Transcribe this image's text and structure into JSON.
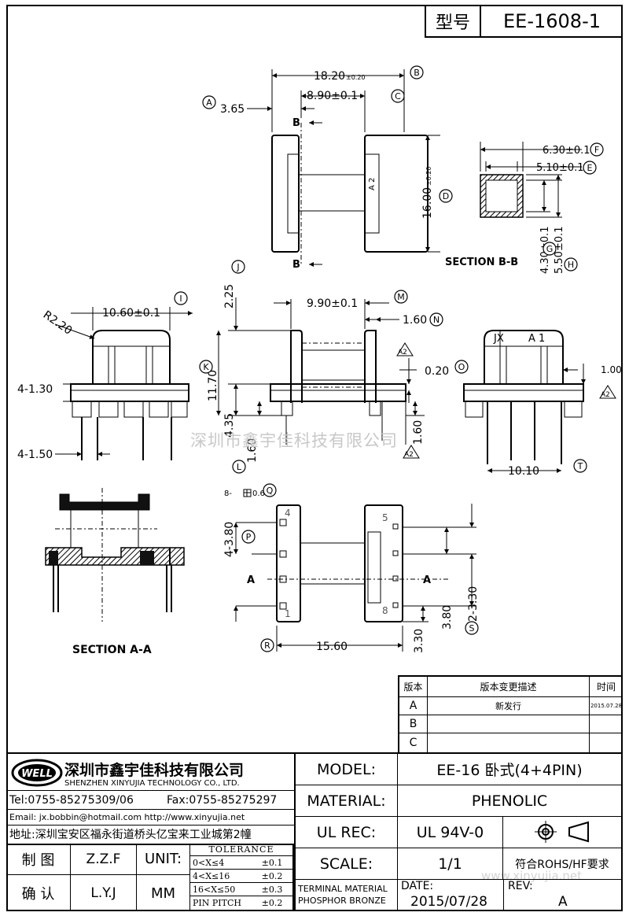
{
  "header": {
    "type_label": "型号",
    "model_no": "EE-1608-1"
  },
  "dimensions": {
    "d_a": "3.65",
    "d_b": "18.20",
    "d_b_tol": "±0.20",
    "d_c": "8.90±0.1",
    "d_d": "16.00",
    "d_d_tol": "±0.20",
    "d_f": "6.30±0.1",
    "d_e": "5.10±0.1",
    "d_g": "4.30±0.1",
    "d_h": "5.50±0.1",
    "d_i": "10.60±0.1",
    "d_r": "R2.20",
    "d_j": "2.25",
    "d_m": "9.90±0.1",
    "d_n": "1.60",
    "d_k": "11.70",
    "d_l": "4.35",
    "d_160a": "1.60",
    "d_160b": "1.60",
    "d_020": "0.20",
    "d_100": "1.00",
    "d_t": "10.10",
    "d_4130": "4-1.30",
    "d_4150": "4-1.50",
    "d_q": "8-",
    "d_q2": "0.60",
    "d_p": "4-3.80",
    "d_r2": "15.60",
    "d_330": "3.30",
    "d_380": "3.80",
    "d_s": "2-3.30"
  },
  "labels": {
    "section_bb": "SECTION B-B",
    "section_aa": "SECTION A-A",
    "b_top": "B",
    "b_bot": "B",
    "a_left": "A",
    "a_right": "A",
    "a2_mark": "A 2",
    "jx": "JX",
    "a1": "A 1",
    "a2_tri": "A2",
    "pin4": "4",
    "pin5": "5",
    "pin1": "1",
    "pin8": "8"
  },
  "circles": {
    "A": "A",
    "B": "B",
    "C": "C",
    "D": "D",
    "E": "E",
    "F": "F",
    "G": "G",
    "H": "H",
    "I": "I",
    "J": "J",
    "K": "K",
    "L": "L",
    "M": "M",
    "N": "N",
    "O": "O",
    "P": "P",
    "Q": "Q",
    "R": "R",
    "S": "S",
    "T": "T"
  },
  "watermark": {
    "center": "深圳市鑫宇佳科技有限公司",
    "corner": "www.xinyujia.net"
  },
  "revision": {
    "headers": [
      "版本",
      "版本变更描述",
      "时间"
    ],
    "rows": [
      {
        "ver": "A",
        "desc": "新发行",
        "date": "2015.07.28"
      },
      {
        "ver": "B",
        "desc": "",
        "date": ""
      },
      {
        "ver": "C",
        "desc": "",
        "date": ""
      }
    ]
  },
  "company": {
    "logo": "WELL",
    "name_cn": "深圳市鑫宇佳科技有限公司",
    "name_en": "SHENZHEN XINYUJIA TECHNOLOGY CO., LTD.",
    "tel": "Tel:0755-85275309/06",
    "fax": "Fax:0755-85275297",
    "email": "Email: jx.bobbin@hotmail.com http://www.xinyujia.net",
    "address": "地址:深圳宝安区福永街道桥头亿宝来工业城第2幢"
  },
  "titleblock": {
    "model_label": "MODEL:",
    "model_value": "EE-16 卧式(4+4PIN)",
    "material_label": "MATERIAL:",
    "material_value": "PHENOLIC",
    "ulrec_label": "UL REC:",
    "ulrec_value": "UL 94V-0",
    "scale_label": "SCALE:",
    "scale_value": "1/1",
    "rohs": "符合ROHS/HF要求",
    "terminal_label_1": "TERMINAL MATERIAL",
    "terminal_label_2": "PHOSPHOR BRONZE",
    "date_label": "DATE:",
    "date_value": "2015/07/28",
    "rev_label": "REV:",
    "rev_value": "A",
    "drawn_label": "制 图",
    "drawn_value": "Z.Z.F",
    "check_label": "确 认",
    "check_value": "L.Y.J",
    "unit_label": "UNIT:",
    "unit_value": "MM",
    "tolerance_title": "TOLERANCE",
    "tolerance_rows": [
      {
        "range": "0<X≤4",
        "tol": "±0.1"
      },
      {
        "range": "4<X≤16",
        "tol": "±0.2"
      },
      {
        "range": "16<X≤50",
        "tol": "±0.3"
      },
      {
        "range": "PIN PITCH",
        "tol": "±0.2"
      }
    ]
  }
}
